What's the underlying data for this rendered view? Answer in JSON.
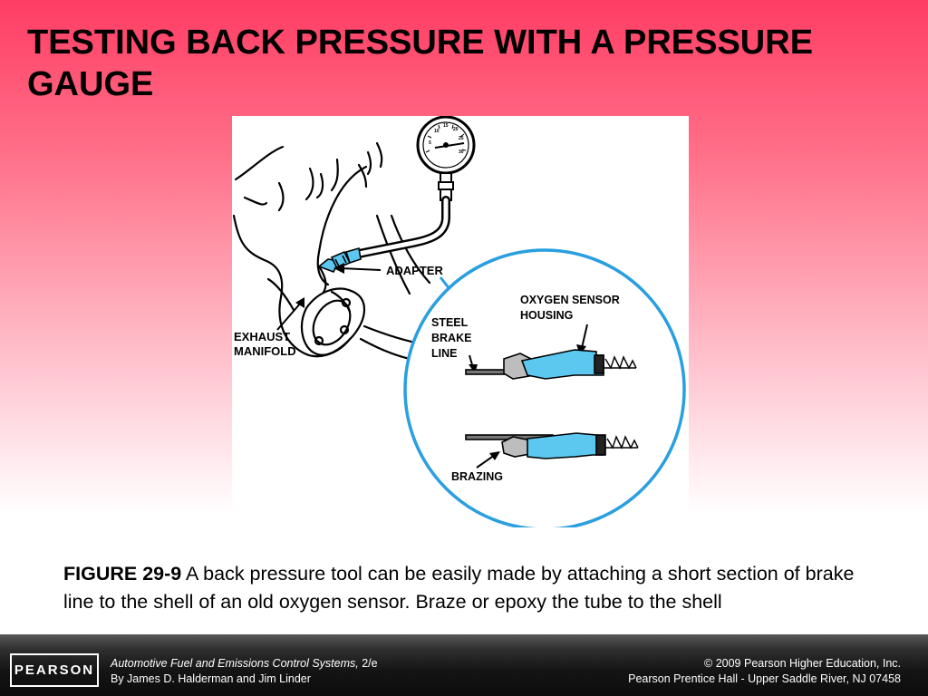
{
  "slide": {
    "title": "TESTING BACK PRESSURE WITH A PRESSURE GAUGE"
  },
  "figure": {
    "labels": {
      "adapter": "ADAPTER",
      "exhaust_line1": "EXHAUST",
      "exhaust_line2": "MANIFOLD",
      "oxygen_line1": "OXYGEN SENSOR",
      "oxygen_line2": "HOUSING",
      "steel_line1": "STEEL",
      "steel_line2": "BRAKE",
      "steel_line3": "LINE",
      "brazing": "BRAZING"
    },
    "gauge_scale": [
      "5",
      "10",
      "15",
      "20",
      "25",
      "30"
    ]
  },
  "caption": {
    "figure_number": "FIGURE 29-9",
    "text": " A back pressure tool can be easily made by attaching a short section of brake line to the shell of an old oxygen sensor. Braze or epoxy the tube to the shell"
  },
  "footer": {
    "logo": "PEARSON",
    "book_title": "Automotive Fuel and Emissions Control Systems,",
    "edition": " 2/e",
    "authors": "By James D. Halderman and Jim Linder",
    "copyright": "© 2009 Pearson Higher Education, Inc.",
    "publisher": "Pearson Prentice Hall - Upper Saddle River, NJ 07458"
  },
  "colors": {
    "title_gradient_top": "#ff3d64",
    "sensor_blue": "#5cc8f0",
    "circle_outline": "#2a9fe0",
    "footer_bg": "#141414"
  }
}
